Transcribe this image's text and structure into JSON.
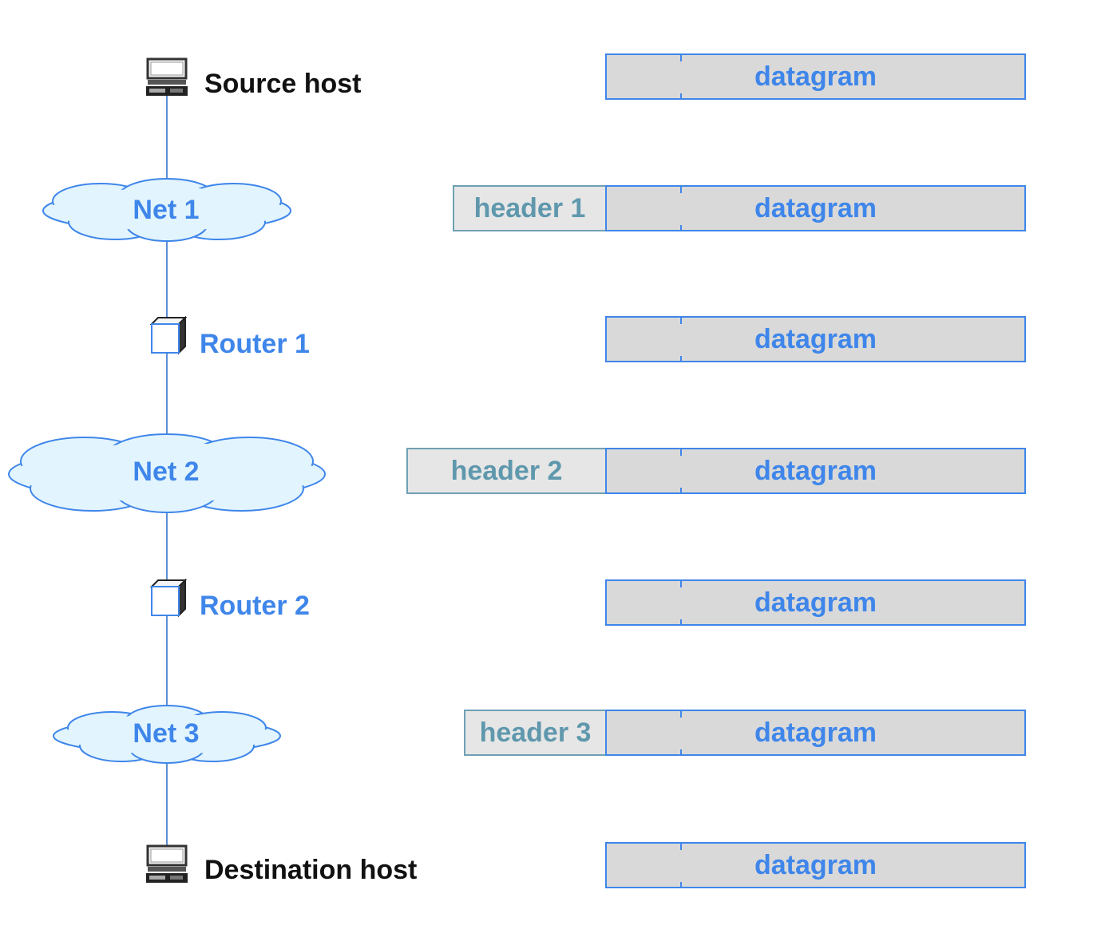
{
  "nodes": {
    "source_host": "Source host",
    "net1": "Net 1",
    "router1": "Router 1",
    "net2": "Net 2",
    "router2": "Router 2",
    "net3": "Net 3",
    "destination_host": "Destination host"
  },
  "packets": [
    {
      "header": "",
      "payload": "datagram"
    },
    {
      "header": "header 1",
      "payload": "datagram"
    },
    {
      "header": "",
      "payload": "datagram"
    },
    {
      "header": "header 2",
      "payload": "datagram"
    },
    {
      "header": "",
      "payload": "datagram"
    },
    {
      "header": "header 3",
      "payload": "datagram"
    },
    {
      "header": "",
      "payload": "datagram"
    }
  ],
  "colors": {
    "link": "#5b8fd6",
    "cloud_fill": "#e2f4fd",
    "cloud_stroke": "#3f86ea",
    "accent_text": "#3f86ea",
    "header_text": "#5f98ad",
    "datagram_fill": "#d9d9d9",
    "header_fill": "#e6e6e6"
  }
}
